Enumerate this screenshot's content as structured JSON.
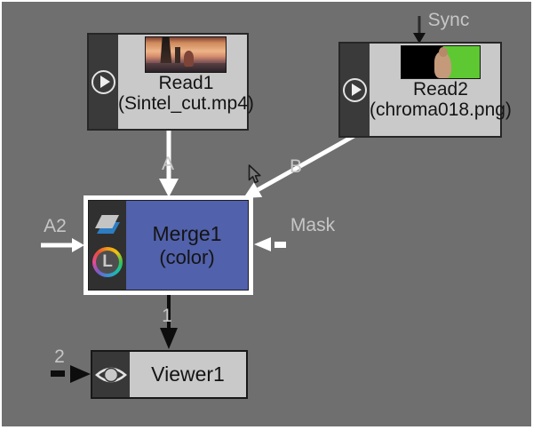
{
  "window": {
    "background_color": "#6f6f6f",
    "frame_color": "#ffffff"
  },
  "nodes": {
    "read1": {
      "title": "Read1",
      "subtitle": "(Sintel_cut.mp4)",
      "thumbnail": "sintel-sunset-frame"
    },
    "read2": {
      "title": "Read2",
      "subtitle": "(chroma018.png)",
      "thumbnail": "green-screen-frame"
    },
    "merge1": {
      "title": "Merge1",
      "subtitle": "(color)",
      "body_color": "#5161ab",
      "lut_letter": "L",
      "selected": true
    },
    "viewer1": {
      "title": "Viewer1"
    }
  },
  "labels": {
    "sync": "Sync",
    "input_a": "A",
    "input_b": "B",
    "input_a2": "A2",
    "mask": "Mask",
    "output_1": "1",
    "input_2": "2"
  },
  "colors": {
    "node_body": "#c9c9c9",
    "node_strip": "#3a3a3a",
    "merge_blue": "#5161ab",
    "green_screen": "#5ec832",
    "label_gray": "#c6c6c6",
    "wire_white": "#ffffff",
    "wire_black": "#0d0d0d"
  },
  "icons": {
    "read_badge": "play-icon",
    "merge_badge_top": "merge-over-icon",
    "merge_badge_bottom": "lut-color-icon",
    "viewer_badge": "eye-icon",
    "pointer": "cursor-icon"
  }
}
